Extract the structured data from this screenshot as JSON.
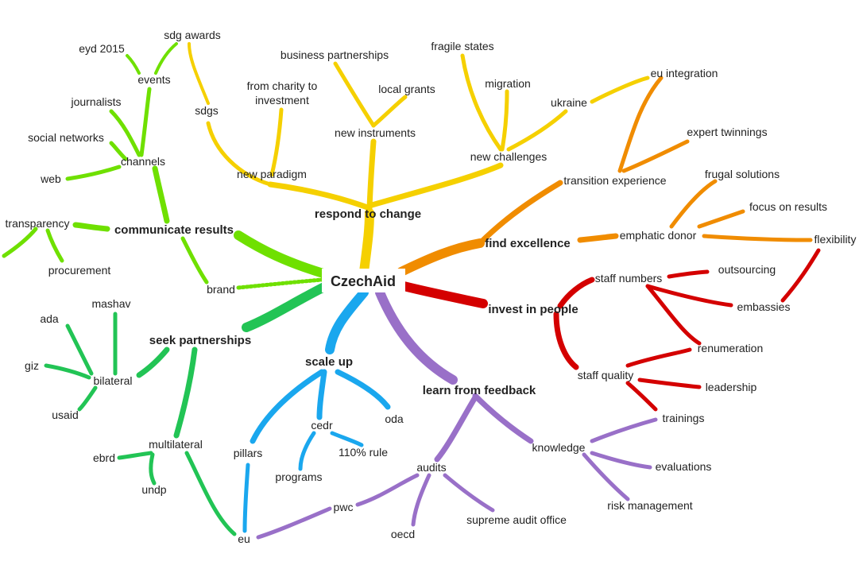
{
  "colors": {
    "yellow": "#f5d000",
    "orange": "#f08c00",
    "red": "#d40000",
    "lime": "#6fe000",
    "green": "#22c455",
    "blue": "#1aa7ee",
    "purple": "#9970c8"
  },
  "center": "CzechAid",
  "branches": {
    "respond_to_change": {
      "label": "respond to change",
      "new_paradigm": {
        "label": "new paradigm",
        "sdgs": "sdgs",
        "sdg_awards": "sdg awards",
        "from_charity_line1": "from charity to",
        "from_charity_line2": "investment"
      },
      "new_instruments": {
        "label": "new instruments",
        "business_partnerships": "business partnerships",
        "local_grants": "local grants"
      },
      "new_challenges": {
        "label": "new challenges",
        "fragile_states": "fragile states",
        "migration": "migration",
        "ukraine": "ukraine"
      }
    },
    "find_excellence": {
      "label": "find excellence",
      "transition_experience": {
        "label": "transition experience",
        "eu_integration": "eu integration",
        "expert_twinnings": "expert twinnings"
      },
      "emphatic_donor": {
        "label": "emphatic donor",
        "frugal_solutions": "frugal solutions",
        "focus_on_results": "focus on results",
        "flexibility": "flexibility"
      }
    },
    "invest_in_people": {
      "label": "invest in people",
      "staff_numbers": {
        "label": "staff numbers",
        "outsourcing": "outsourcing",
        "embassies": "embassies"
      },
      "staff_quality": {
        "label": "staff quality",
        "renumeration": "renumeration",
        "leadership": "leadership"
      }
    },
    "learn_from_feedback": {
      "label": "learn from feedback",
      "knowledge": {
        "label": "knowledge",
        "trainings": "trainings",
        "evaluations": "evaluations",
        "risk_management": "risk management"
      },
      "audits": {
        "label": "audits",
        "pwc": "pwc",
        "oecd": "oecd",
        "supreme_audit_office": "supreme audit office"
      }
    },
    "scale_up": {
      "label": "scale up",
      "pillars": "pillars",
      "eu": "eu",
      "cedr": {
        "label": "cedr",
        "programs": "programs",
        "rule_110": "110% rule"
      },
      "oda": "oda"
    },
    "seek_partnerships": {
      "label": "seek partnerships",
      "bilateral": {
        "label": "bilateral",
        "mashav": "mashav",
        "ada": "ada",
        "giz": "giz",
        "usaid": "usaid"
      },
      "multilateral": {
        "label": "multilateral",
        "ebrd": "ebrd",
        "undp": "undp"
      }
    },
    "communicate_results": {
      "label": "communicate results",
      "channels": {
        "label": "channels",
        "journalists": "journalists",
        "social_networks": "social networks",
        "web": "web",
        "events": {
          "label": "events",
          "eyd_2015": "eyd 2015"
        }
      },
      "transparency": {
        "label": "transparency",
        "procurement": "procurement"
      },
      "brand": "brand"
    }
  }
}
